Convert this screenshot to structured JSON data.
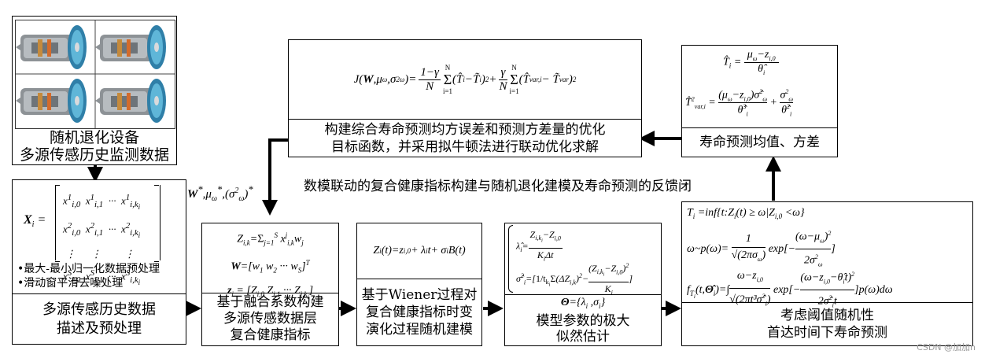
{
  "feedback_title": "数模联动的复合健康指标构建与随机退化建模及寿命预测的反馈闭",
  "optimal_params": "W*, μω*, (σω²)*",
  "source_box": {
    "line1": "随机退化设备",
    "line2": "多源传感历史监测数据"
  },
  "preprocess_box": {
    "matrix_label": "X_i =",
    "bullet1": "•最大-最小归一化数据预处理",
    "bullet2": "•滑动窗平滑去噪处理",
    "caption_line1": "多源传感历史数据",
    "caption_line2": "描述及预处理"
  },
  "fusion_box": {
    "formula1": "Z_{i,k} = Σ_{j=1}^{S} x^j_{i,k} w_j",
    "formula2": "W = [w₁ w₂ ··· w_S]ᵀ",
    "formula3": "z_i = [Z_{i,0} Z_{i,1} ··· Z_{i,k_i}]",
    "caption_line1": "基于融合系数构建",
    "caption_line2": "多源传感数据层",
    "caption_line3": "复合健康指标"
  },
  "wiener_box": {
    "formula": "Z_i(t)=z_{i,0}+ λ_i t+ σ_i B(t)",
    "caption_line1": "基于Wiener过程对",
    "caption_line2": "复合健康指标时变",
    "caption_line3": "演化过程随机建模"
  },
  "mle_box": {
    "formula1": "λ̂_i = (Z_{i,k_i} − Z_{i,0}) / (K_i Δt)",
    "formula2": "σ̂²_i = [ (1/t_{k_i}) Σ_{k=1}^{k_i} (ΔZ_{i,k})² − (Z_{i,k_i} − Z_{i,0})² / K_i ]",
    "formula3": "Θ = {λ_i, σ_i}",
    "caption_line1": "模型参数的极大",
    "caption_line2": "似然估计"
  },
  "rul_box": {
    "formula1": "T_i = inf{ t: Z_i(t) ≥ ω | Z_{i,0} < ω }",
    "formula2": "ω ~ p(ω) = 1/√(2πσ_ω) · exp[ −(ω − μ_ω)² / 2σ²_ω ]",
    "formula3": "f_{T_i}(t, Θ̂_i) = ∫ (ω − z_{i,0}) / √(2πt³σ̂²_i) · exp[ −(ω − z_{i,0} − θ̂_i t)² / 2σ̂²_i t ] p(ω) dω",
    "caption_line1": "考虑阈值随机性",
    "caption_line2": "首达时间下寿命预测"
  },
  "mean_var_box": {
    "formula1": "T̂_i = (μ_ω − z_{i,0}) / θ̂_i",
    "formula2": "T̂²_{var,i} = (μ_ω − z_{i,0}) σ̂²_ω / θ̂³_i + σ²_ω / θ̂²_i",
    "caption": "寿命预测均值、方差"
  },
  "objective_box": {
    "formula": "J(W, μω, σ²ω) = (1−γ)/N Σ_{i=1}^{N} (T̂_i − T̃_i)² + γ/N Σ_{i=1}^{N} (T̂_{var,i} − T̃_var)²",
    "caption_line1": "构建综合寿命预测均方误差和预测方差量的优化",
    "caption_line2": "目标函数，并采用拟牛顿法进行联动优化求解"
  },
  "watermark": "CSDN @加加n"
}
